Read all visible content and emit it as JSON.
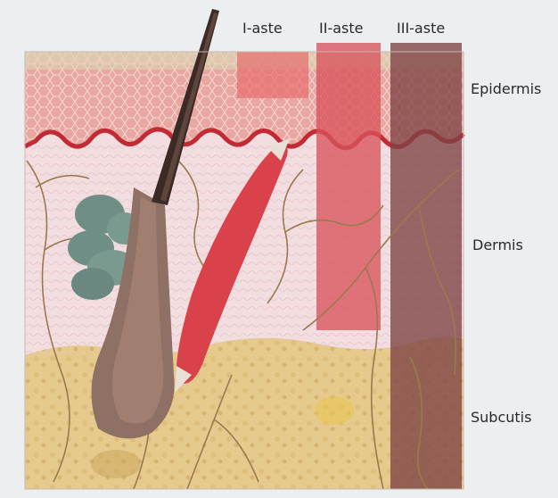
{
  "burn_degrees": {
    "first": "I-aste",
    "second": "II-aste",
    "third": "III-aste"
  },
  "layers": {
    "epidermis": "Epidermis",
    "dermis": "Dermis",
    "subcutis": "Subcutis"
  },
  "colors": {
    "epidermis": "#e8a7a0",
    "dermis": "#f2dde0",
    "subcutis": "#e6c98c",
    "first_degree_band": "#e66f6f",
    "second_degree_band": "#d9535b",
    "third_degree_band": "#7d4244",
    "muscle": "#d9414b",
    "gland": "#6f8f86",
    "hair": "#3c2a26",
    "vessel": "#9a7a4c"
  }
}
